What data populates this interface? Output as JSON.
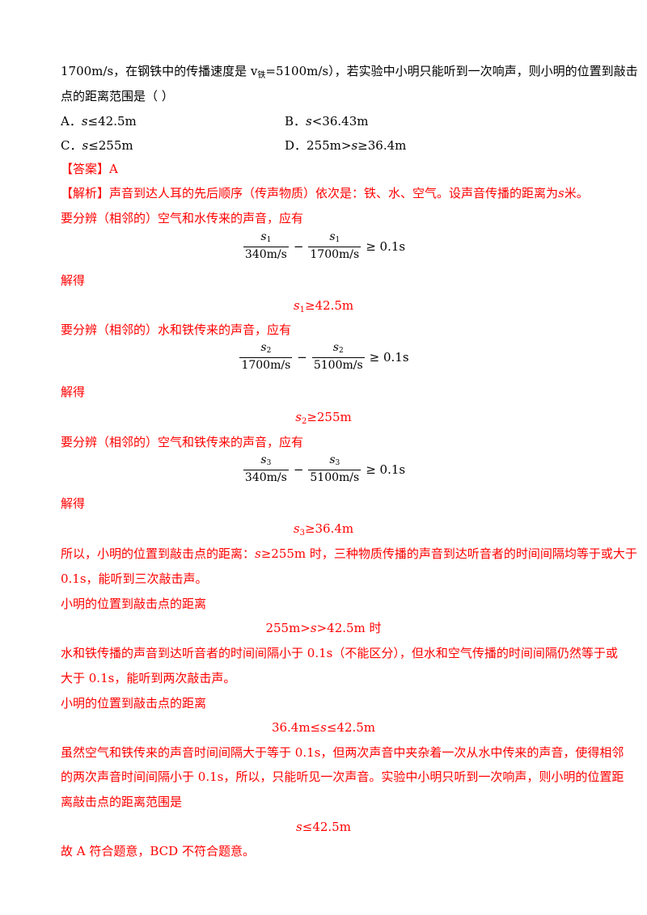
{
  "question": {
    "line1_a": "1700m/s，在钢铁中的传播速度是 v",
    "line1_sub": "铁",
    "line1_b": "=5100m/s），若实验中小明只能听到一次响声，则小明的位置到敲击",
    "line2": "点的距离范围是（        ）",
    "options": {
      "a_label": "A．",
      "a_var": "s",
      "a_text": "≤42.5m",
      "b_label": "B．",
      "b_var": "s",
      "b_text": "<36.43m",
      "c_label": "C．",
      "c_var": "s",
      "c_text": "≤255m",
      "d_label": "D．",
      "d_pre": "255m>",
      "d_var": "s",
      "d_text": "≥36.4m"
    }
  },
  "answer": {
    "label": "【答案】A"
  },
  "analysis": {
    "label": "【解析】",
    "intro_a": "声音到达人耳的先后顺序（传声物质）依次是：铁、水、空气。设声音传播的距离为",
    "intro_var": "s",
    "intro_b": "米。",
    "step1_text": "要分辨（相邻的）空气和水传来的声音，应有",
    "eq1": {
      "n1": "s",
      "n1s": "1",
      "d1": "340m/s",
      "op": "−",
      "n2": "s",
      "n2s": "1",
      "d2": "1700m/s",
      "rhs": "≥ 0.1s"
    },
    "jiede1": "解得",
    "res1_var": "s",
    "res1_sub": "1",
    "res1_text": "≥42.5m",
    "step2_text": "要分辨（相邻的）水和铁传来的声音，应有",
    "eq2": {
      "n1": "s",
      "n1s": "2",
      "d1": "1700m/s",
      "op": "−",
      "n2": "s",
      "n2s": "2",
      "d2": "5100m/s",
      "rhs": "≥ 0.1s"
    },
    "jiede2": "解得",
    "res2_var": "s",
    "res2_sub": "2",
    "res2_text": "≥255m",
    "step3_text": "要分辨（相邻的）空气和铁传来的声音，应有",
    "eq3": {
      "n1": "s",
      "n1s": "3",
      "d1": "340m/s",
      "op": "−",
      "n2": "s",
      "n2s": "3",
      "d2": "5100m/s",
      "rhs": "≥ 0.1s"
    },
    "jiede3": "解得",
    "res3_var": "s",
    "res3_sub": "3",
    "res3_text": "≥36.4m",
    "para1_a": "所以，小明的位置到敲击点的距离：",
    "para1_var": "s",
    "para1_b": "≥255m 时，三种物质传播的声音到达听音者的时间间隔均等于或大于",
    "para1_line2": "0.1s，能听到三次敲击声。",
    "para2": "小明的位置到敲击点的距离",
    "cond2_a": "255m>",
    "cond2_var": "s",
    "cond2_b": ">42.5m 时",
    "para3_line1": "水和铁传播的声音到达听音者的时间间隔小于 0.1s（不能区分），但水和空气传播的时间间隔仍然等于或",
    "para3_line2": "大于 0.1s，能听到两次敲击声。",
    "para4": "小明的位置到敲击点的距离",
    "cond4_a": "36.4m≤",
    "cond4_var": "s",
    "cond4_b": "≤42.5m",
    "para5_line1": "虽然空气和铁传来的声音时间间隔大于等于 0.1s，但两次声音中夹杂着一次从水中传来的声音，使得相邻",
    "para5_line2": "的两次声音时间间隔小于 0.1s，所以，只能听见一次声音。实验中小明只听到一次响声，则小明的位置距",
    "para5_line3": "离敲击点的距离范围是",
    "final_var": "s",
    "final_text": "≤42.5m",
    "conclusion": "故 A 符合题意，BCD 不符合题意。"
  }
}
